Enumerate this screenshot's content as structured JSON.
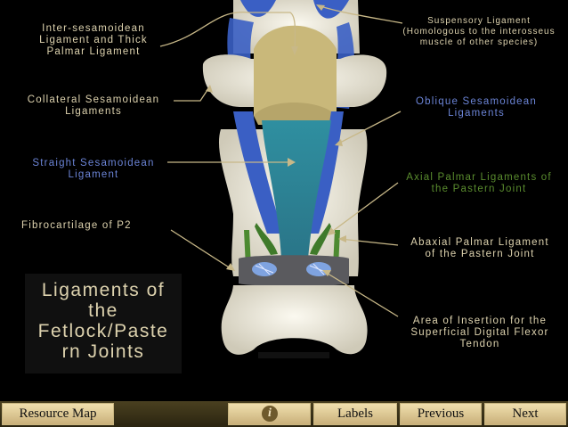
{
  "labels": {
    "inter_sesamoidean": "Inter-sesamoidean\nLigament and Thick\nPalmar Ligament",
    "suspensory": "Suspensory Ligament\n(Homologous to the interosseus\nmuscle of other species)",
    "collateral": "Collateral Sesamoidean\nLigaments",
    "oblique": "Oblique Sesamoidean\nLigaments",
    "straight": "Straight Sesamoidean\nLigament",
    "axial": "Axial Palmar Ligaments of\nthe Pastern Joint",
    "fibrocartilage": "Fibrocartilage of P2",
    "abaxial": "Abaxial Palmar Ligament\nof the Pastern Joint",
    "insertion": "Area of Insertion for the\nSuperficial Digital Flexor\nTendon"
  },
  "title": "Ligaments of\nthe\nFetlock/Paste\nrn Joints",
  "nav": {
    "resource_map": "Resource Map",
    "info": "i",
    "labels": "Labels",
    "previous": "Previous",
    "next": "Next"
  },
  "colors": {
    "label_tan": "#ddd2ae",
    "label_blue": "#6b84d6",
    "label_green": "#5a8c2e",
    "bone": "#eeeadc",
    "ligament_blue": "#3a5fc4",
    "ligament_teal": "#2e8e9a",
    "sesamoid_olive": "#c9b87a",
    "fibrocartilage_gray": "#5a5a5e"
  }
}
